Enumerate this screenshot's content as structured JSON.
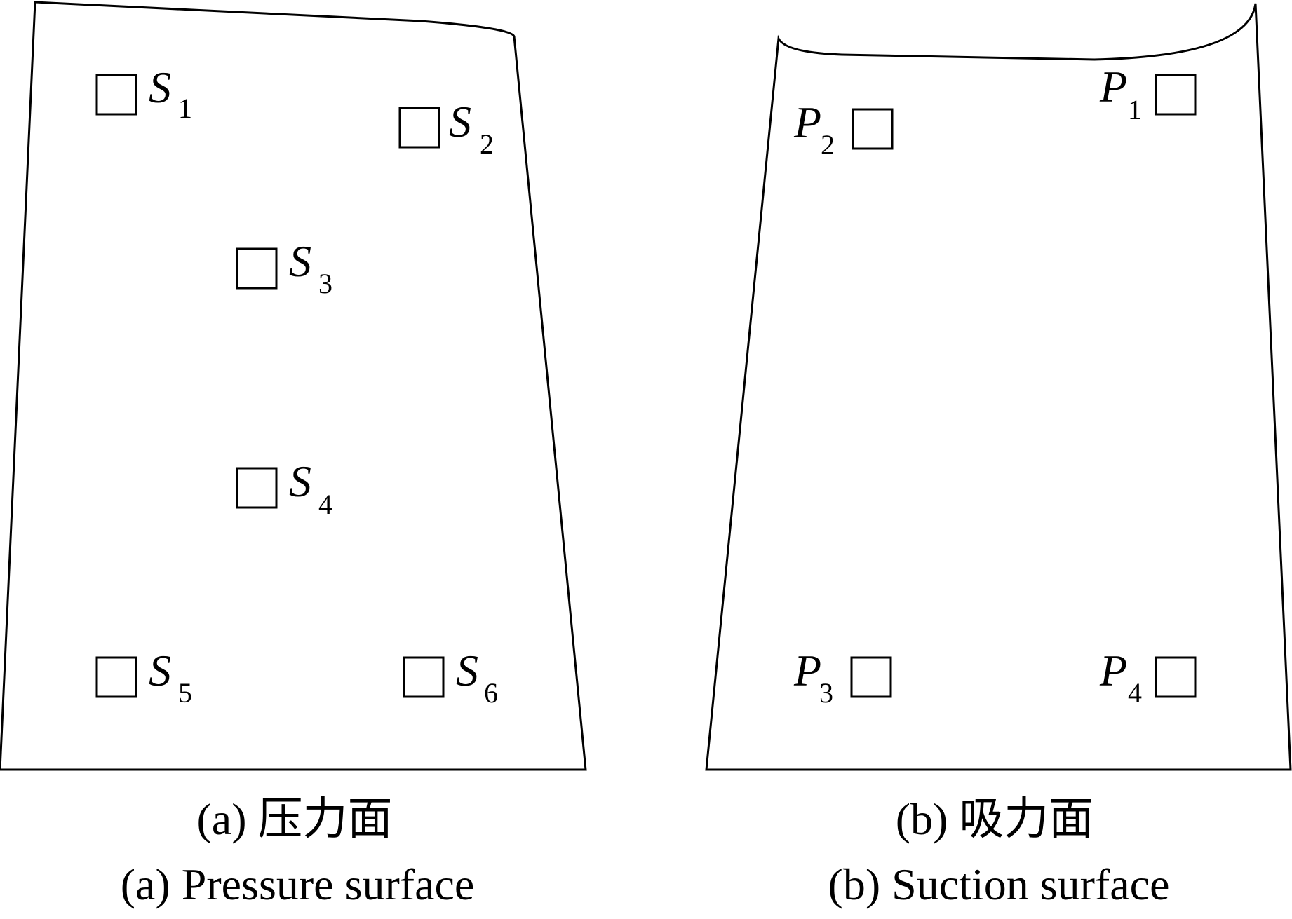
{
  "figure": {
    "panels": [
      {
        "id": "a",
        "caption_cn": "(a) 压力面",
        "caption_en": "(a) Pressure surface",
        "points": [
          {
            "letter": "S",
            "sub": "1"
          },
          {
            "letter": "S",
            "sub": "2"
          },
          {
            "letter": "S",
            "sub": "3"
          },
          {
            "letter": "S",
            "sub": "4"
          },
          {
            "letter": "S",
            "sub": "5"
          },
          {
            "letter": "S",
            "sub": "6"
          }
        ]
      },
      {
        "id": "b",
        "caption_cn": "(b) 吸力面",
        "caption_en": "(b) Suction surface",
        "points": [
          {
            "letter": "P",
            "sub": "1"
          },
          {
            "letter": "P",
            "sub": "2"
          },
          {
            "letter": "P",
            "sub": "3"
          },
          {
            "letter": "P",
            "sub": "4"
          }
        ]
      }
    ]
  }
}
